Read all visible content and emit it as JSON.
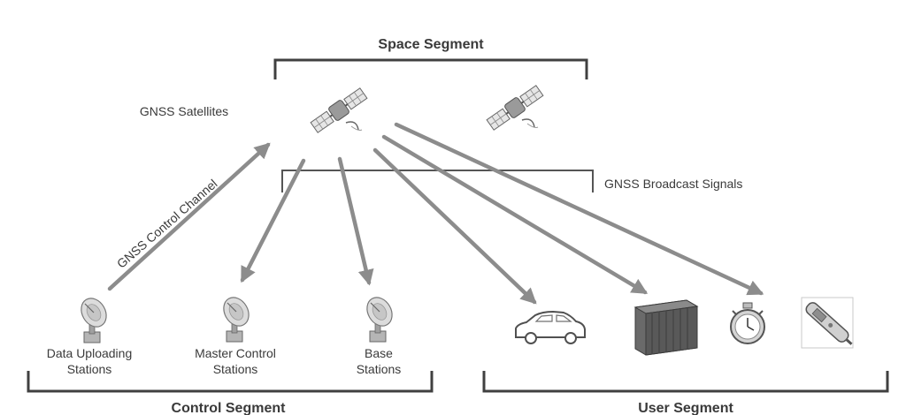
{
  "segments": {
    "space": "Space Segment",
    "control": "Control Segment",
    "user": "User Segment"
  },
  "labels": {
    "satellites": "GNSS Satellites",
    "broadcast": "GNSS Broadcast Signals",
    "control_channel": "GNSS Control Channel"
  },
  "stations": {
    "uploading": [
      "Data Uploading",
      "Stations"
    ],
    "master": [
      "Master Control",
      "Stations"
    ],
    "base": [
      "Base",
      "Stations"
    ]
  },
  "icons": {
    "satellite": "satellite-icon",
    "dish": "satellite-dish-icon",
    "car": "car-icon",
    "container": "shipping-container-icon",
    "watch": "stopwatch-icon",
    "device": "handheld-device-icon"
  },
  "colors": {
    "arrow": "#8c8c8c",
    "bracket": "#404040",
    "text": "#3a3a3a"
  }
}
